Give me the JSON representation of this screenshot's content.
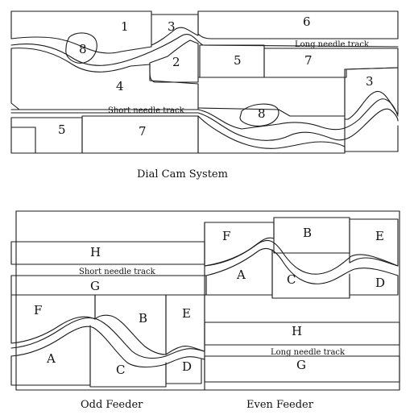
{
  "dial_cam": {
    "caption": "Dial Cam System",
    "long_track_label": "Long needle track",
    "short_track_label": "Short needle track",
    "cams": [
      "1",
      "2",
      "3",
      "4",
      "5",
      "6",
      "7",
      "8"
    ]
  },
  "feeder": {
    "odd_caption": "Odd Feeder",
    "even_caption": "Even Feeder",
    "short_track_label": "Short needle track",
    "long_track_label": "Long needle track",
    "cams": [
      "A",
      "B",
      "C",
      "D",
      "E",
      "F",
      "G",
      "H"
    ]
  }
}
